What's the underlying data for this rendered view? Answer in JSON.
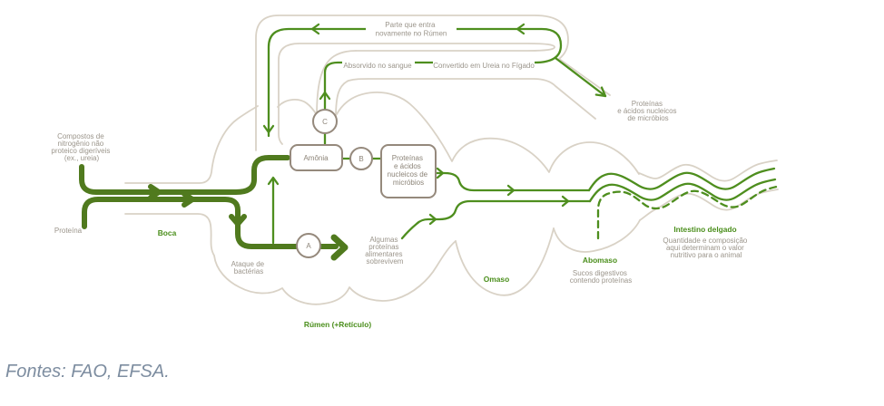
{
  "colors": {
    "outline": "#d9d2c6",
    "flow_thick": "#507a1e",
    "flow_thin": "#4e8e1e",
    "label_green": "#4a8e1b",
    "text_gray": "#9b958b",
    "node_border": "#95897c",
    "node_text": "#8c8478",
    "fontes_text": "#7d8da0",
    "background": "#ffffff"
  },
  "labels": {
    "compostos": [
      "Compostos de",
      "nitrogênio não",
      "proteico digeríveis",
      "(ex., ureia)"
    ],
    "proteina": "Proteína",
    "boca": "Boca",
    "ataque": [
      "Ataque de",
      "bactérias"
    ],
    "rumen": "Rúmen (+Retículo)",
    "amonia": "Amônia",
    "marker_a": "A",
    "marker_b": "B",
    "marker_c": "C",
    "microbios_box": [
      "Proteínas",
      "e ácidos",
      "nucleicos de",
      "micróbios"
    ],
    "algumas": [
      "Algumas",
      "proteínas",
      "alimentares",
      "sobrevivem"
    ],
    "absorvido": "Absorvido no sangue",
    "convertido": "Convertido em Ureia no Fígado",
    "parte": [
      "Parte que entra",
      "novamente no Rúmen"
    ],
    "microbios_saida": [
      "Proteínas",
      "e ácidos nucleicos",
      "de micróbios"
    ],
    "omaso": "Omaso",
    "abomaso": "Abomaso",
    "sucos": [
      "Sucos digestivos",
      "contendo proteínas"
    ],
    "intestino": "Intestino delgado",
    "quantidade": [
      "Quantidade e composição",
      "aqui determinam o valor",
      "nutritivo para o animal"
    ]
  },
  "caption": "Fontes: FAO, EFSA."
}
